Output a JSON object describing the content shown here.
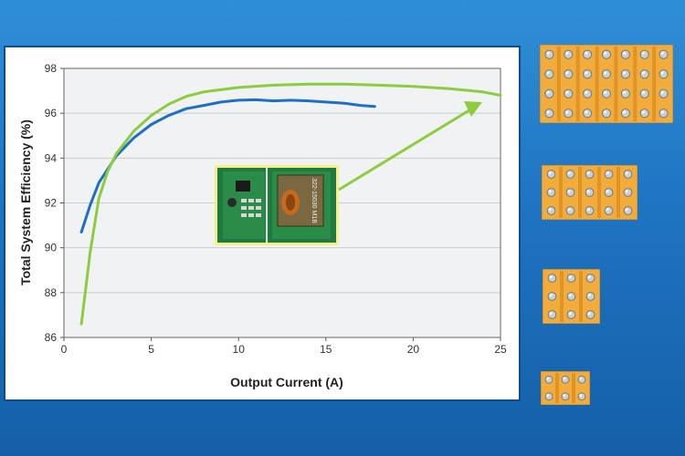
{
  "chart_data": {
    "type": "line",
    "title": "",
    "xlabel": "Output Current (A)",
    "ylabel": "Total System Efficiency (%)",
    "xlim": [
      0,
      25
    ],
    "ylim": [
      86,
      98
    ],
    "xticks": [
      0,
      5,
      10,
      15,
      20,
      25
    ],
    "yticks": [
      86,
      88,
      90,
      92,
      94,
      96,
      98
    ],
    "grid": "horizontal",
    "legend": "none",
    "series": [
      {
        "color": "#1f6fc4",
        "x": [
          1.0,
          1.5,
          2.0,
          3.0,
          4.0,
          5.0,
          6.0,
          7.0,
          8.0,
          9.0,
          10.0,
          11.0,
          12.0,
          13.0,
          14.0,
          15.0,
          16.0,
          17.0,
          17.8
        ],
        "y": [
          90.7,
          91.9,
          92.9,
          94.1,
          94.9,
          95.5,
          95.9,
          96.2,
          96.35,
          96.5,
          96.58,
          96.6,
          96.55,
          96.58,
          96.55,
          96.5,
          96.45,
          96.35,
          96.3
        ]
      },
      {
        "color": "#8dcc3f",
        "x": [
          1.0,
          1.5,
          2.0,
          2.5,
          3.0,
          4.0,
          5.0,
          6.0,
          7.0,
          8.0,
          10.0,
          12.0,
          14.0,
          16.0,
          18.0,
          20.0,
          22.0,
          24.0,
          25.0
        ],
        "y": [
          86.6,
          89.8,
          92.2,
          93.4,
          94.2,
          95.2,
          95.9,
          96.4,
          96.75,
          96.95,
          97.15,
          97.25,
          97.3,
          97.3,
          97.25,
          97.2,
          97.1,
          96.95,
          96.8
        ]
      }
    ],
    "inset_board": {
      "component_text": "322-15030 M1B",
      "frame_color": "#f6f08a"
    },
    "arrow_color": "#8dcc3f"
  },
  "chip_thumbnails": [
    {
      "cols": 7,
      "rows": 4
    },
    {
      "cols": 5,
      "rows": 3
    },
    {
      "cols": 3,
      "rows": 3
    },
    {
      "cols": 3,
      "rows": 2
    }
  ],
  "colors": {
    "background": "#1f74c2",
    "chip_gold": "#f2ac3c",
    "chip_trace": "#d98a1c",
    "bump": "#c8d0d4"
  }
}
